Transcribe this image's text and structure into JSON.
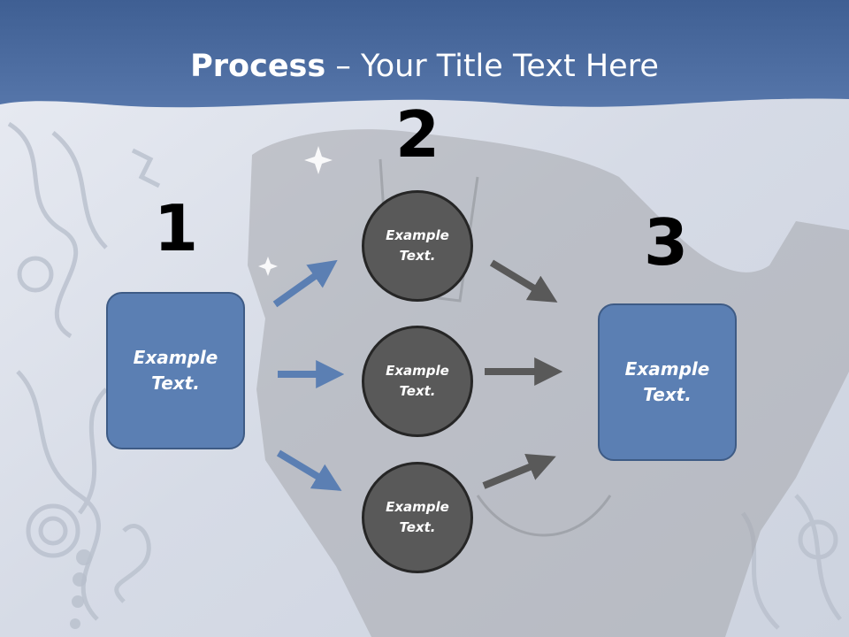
{
  "slide": {
    "title_bold": "Process",
    "title_rest": " – Your Title Text Here"
  },
  "steps": {
    "one": "1",
    "two": "2",
    "three": "3"
  },
  "boxes": {
    "left": "Example Text.",
    "right": "Example Text."
  },
  "circles": [
    "Example Text.",
    "Example Text.",
    "Example Text."
  ],
  "colors": {
    "header": "#4a6a9e",
    "box_fill": "#5b7fb3",
    "circle_fill": "#595959",
    "blue_arrow": "#5b7fb3",
    "gray_arrow": "#595959"
  }
}
